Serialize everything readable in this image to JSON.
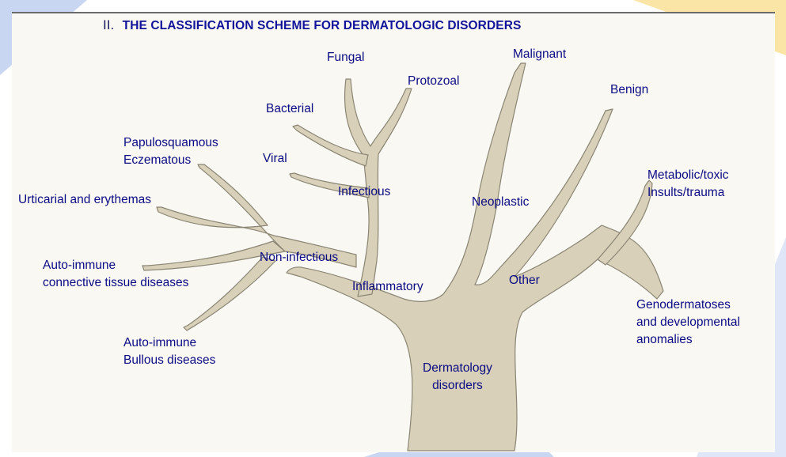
{
  "header": {
    "section_number": "II.",
    "title": "THE CLASSIFICATION SCHEME FOR DERMATOLOGIC DISORDERS"
  },
  "colors": {
    "branch_fill": "#d8d0b8",
    "branch_stroke": "#8a8574",
    "label_text": "#0b0b84",
    "title_text": "#10129a",
    "panel_bg": "#faf8f2",
    "deco_blue": "#c9d6f2",
    "deco_yellow": "#fbe5a6"
  },
  "tree": {
    "root": {
      "line1": "Dermatology",
      "line2": "disorders"
    },
    "main_branches": {
      "inflammatory": "Inflammatory",
      "neoplastic": "Neoplastic",
      "other": "Other"
    },
    "inflammatory": {
      "infectious": "Infectious",
      "non_infectious": "Non-infectious",
      "infectious_children": {
        "fungal": "Fungal",
        "protozoal": "Protozoal",
        "bacterial": "Bacterial",
        "viral": "Viral"
      },
      "non_infectious_children": {
        "papulosquamous": {
          "line1": "Papulosquamous",
          "line2": "Eczematous"
        },
        "urticarial": "Urticarial and erythemas",
        "autoimmune_connective": {
          "line1": "Auto-immune",
          "line2": "connective tissue diseases"
        },
        "autoimmune_bullous": {
          "line1": "Auto-immune",
          "line2": "Bullous diseases"
        }
      }
    },
    "neoplastic_children": {
      "malignant": "Malignant",
      "benign": "Benign"
    },
    "other_children": {
      "metabolic": {
        "line1": "Metabolic/toxic",
        "line2": "Insults/trauma"
      },
      "genodermatoses": {
        "line1": "Genodermatoses",
        "line2": "and developmental",
        "line3": "anomalies"
      }
    }
  }
}
